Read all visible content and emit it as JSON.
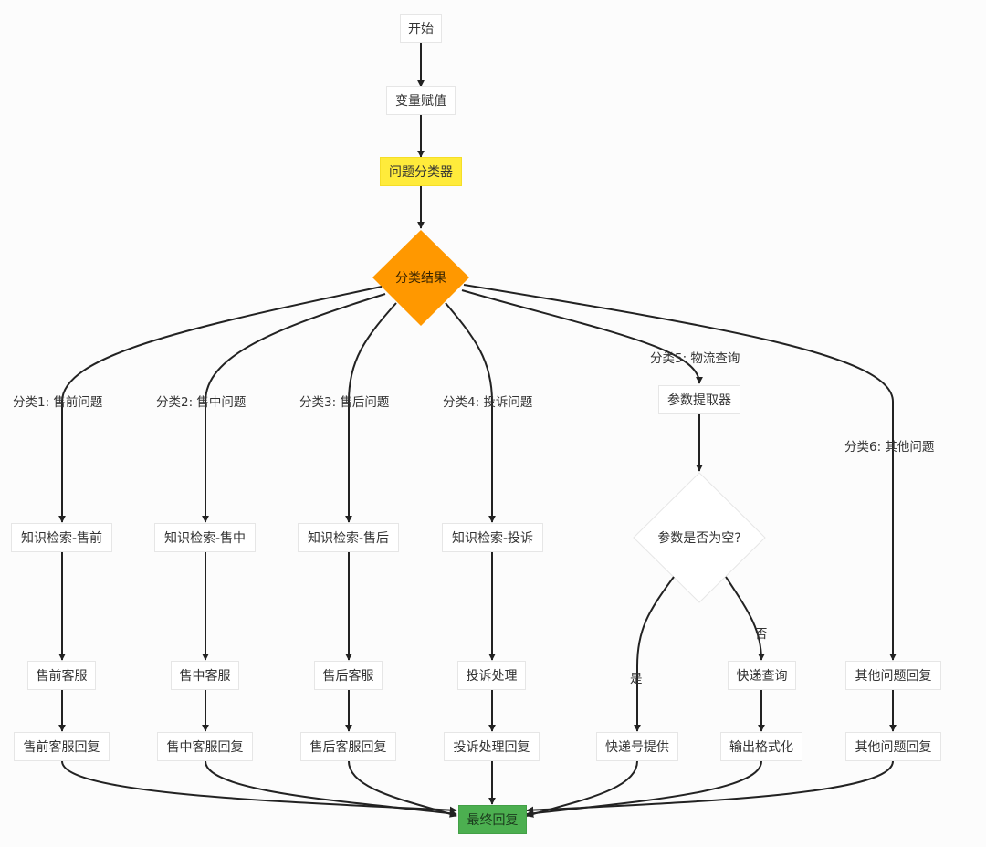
{
  "diagram": {
    "colors": {
      "classifier": "#ffeb3b",
      "decision": "#ff9800",
      "final": "#4caf50",
      "node_bg": "#ffffff",
      "edge": "#222222"
    },
    "nodes": {
      "start": "开始",
      "assign": "变量赋值",
      "classifier": "问题分类器",
      "result": "分类结果",
      "kb_pre": "知识检索-售前",
      "kb_mid": "知识检索-售中",
      "kb_post": "知识检索-售后",
      "kb_complaint": "知识检索-投诉",
      "param_extractor": "参数提取器",
      "param_empty": "参数是否为空?",
      "cs_pre": "售前客服",
      "cs_mid": "售中客服",
      "cs_post": "售后客服",
      "complaint_handle": "投诉处理",
      "express_query": "快递查询",
      "other_reply_1": "其他问题回复",
      "cs_pre_reply": "售前客服回复",
      "cs_mid_reply": "售中客服回复",
      "cs_post_reply": "售后客服回复",
      "complaint_reply": "投诉处理回复",
      "express_no": "快递号提供",
      "format_output": "输出格式化",
      "other_reply_2": "其他问题回复",
      "final": "最终回复"
    },
    "edge_labels": {
      "c1": "分类1: 售前问题",
      "c2": "分类2: 售中问题",
      "c3": "分类3: 售后问题",
      "c4": "分类4: 投诉问题",
      "c5": "分类5: 物流查询",
      "c6": "分类6: 其他问题",
      "yes": "是",
      "no": "否"
    }
  }
}
